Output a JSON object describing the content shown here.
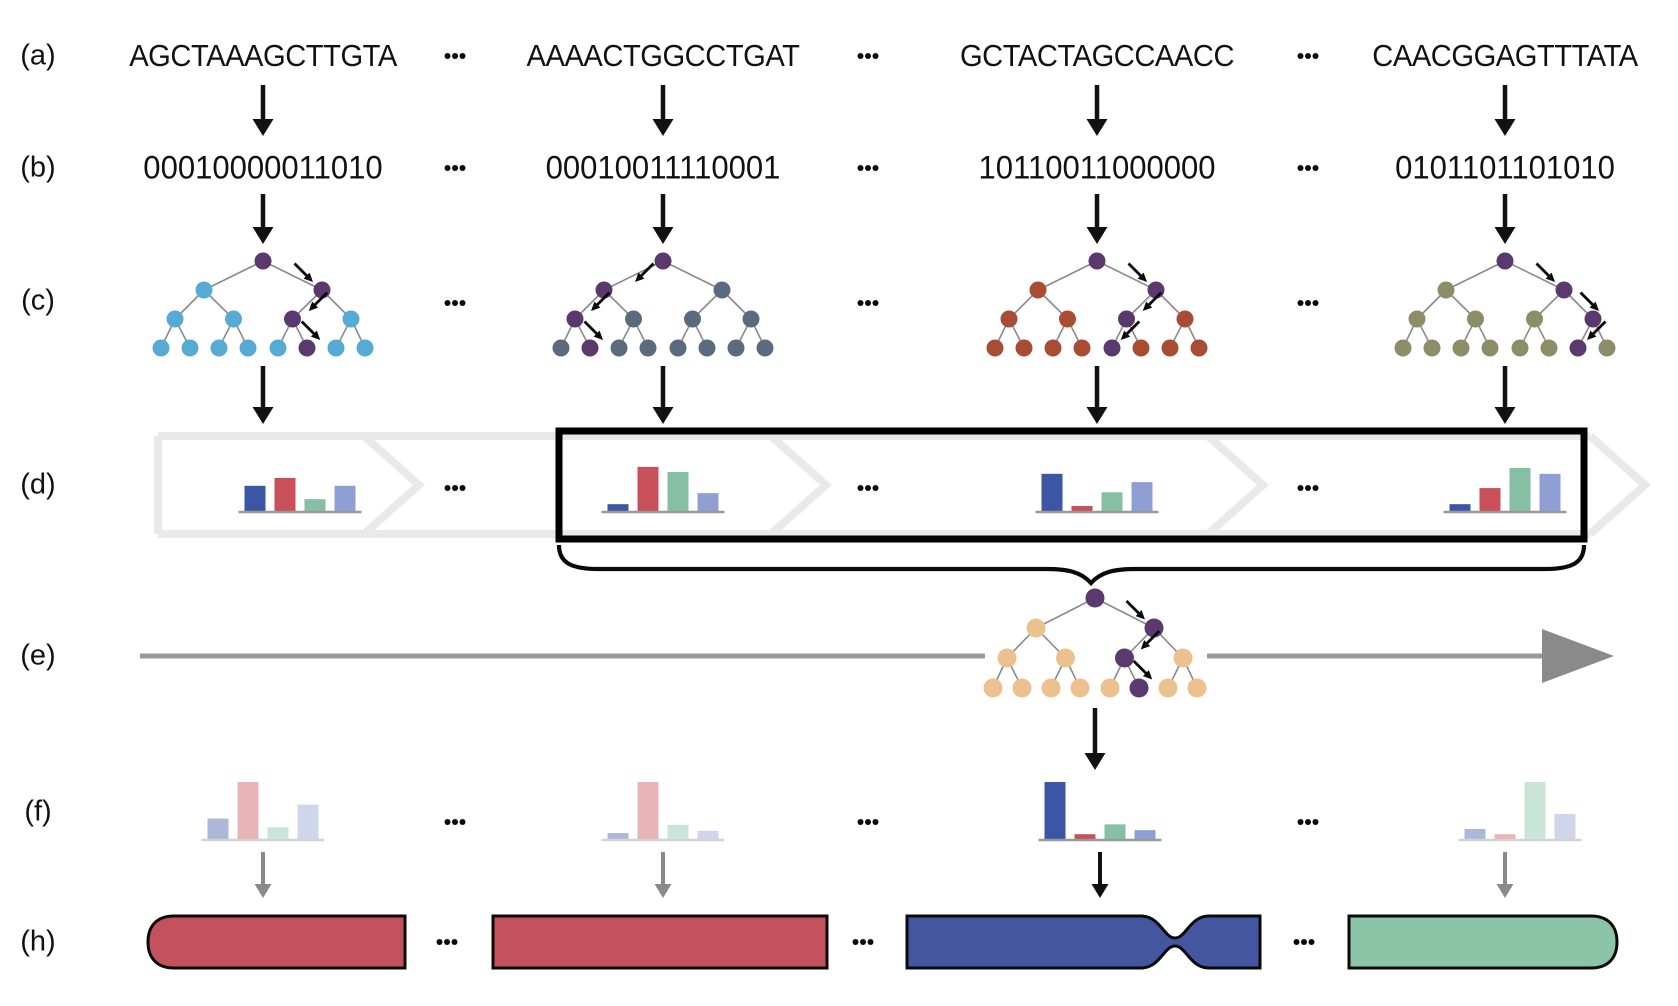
{
  "figure": {
    "row_labels": [
      "(a)",
      "(b)",
      "(c)",
      "(d)",
      "(e)",
      "(f)",
      "(h)"
    ],
    "sequences": [
      "AGCTAAAGCTTGTA",
      "AAAACTGGCCTGAT",
      "GCTACTAGCCAACC",
      "CAACGGAGTTTATA"
    ],
    "binaries": [
      "00010000011010",
      "00010011110001",
      "10110011000000",
      "0101101101010"
    ],
    "ellipsis": "...",
    "colors": {
      "arrow_black": "#111111",
      "arrow_gray": "#8a8a8a",
      "edge_gray": "#8a8a8a",
      "highlight_purple": "#5a3a6e",
      "tree_blue": "#55abd4",
      "tree_slate": "#5a6b7e",
      "tree_brick": "#a84c34",
      "tree_olive": "#8d8e68",
      "tree_tan": "#edc18f",
      "bar_blue": "#3c56a6",
      "bar_red": "#c94f58",
      "bar_green": "#85c0a4",
      "bar_periwinkle": "#8f9fd4",
      "chevron_gray": "#e9e9e9",
      "box_black": "#000000",
      "baseline_gray": "#999999",
      "timeline_gray": "#9a9a9a",
      "timeline_head_gray": "#8a8a8a",
      "chrom_red": "#c4525e",
      "chrom_blue": "#4456a0",
      "chrom_green": "#8cc4a8"
    },
    "trees_row_c": [
      {
        "base": "tree_blue",
        "path": "RLR"
      },
      {
        "base": "tree_slate",
        "path": "LLR"
      },
      {
        "base": "tree_brick",
        "path": "RLL"
      },
      {
        "base": "tree_olive",
        "path": "RRL"
      }
    ],
    "tree_row_e": {
      "base": "tree_tan",
      "path": "RLR"
    },
    "selection_box": {
      "style": "black-outline",
      "covers_segments": [
        2,
        3,
        4
      ]
    },
    "chromosomes": [
      {
        "color": "chrom_red",
        "left_end": "round",
        "right_end": "flat",
        "centromere": false
      },
      {
        "color": "chrom_red",
        "left_end": "flat",
        "right_end": "flat",
        "centromere": false
      },
      {
        "color": "chrom_blue",
        "left_end": "flat",
        "right_end": "flat",
        "centromere": true
      },
      {
        "color": "chrom_green",
        "left_end": "flat",
        "right_end": "round",
        "centromere": false
      }
    ]
  },
  "chart_data": [
    {
      "type": "bar",
      "id": "row-d-vector-histograms",
      "categories": [
        "blue",
        "red",
        "green",
        "periwinkle"
      ],
      "bar_colors": [
        "#3c56a6",
        "#c94f58",
        "#85c0a4",
        "#8f9fd4"
      ],
      "ylim": [
        0,
        1
      ],
      "charts": [
        [
          0.57,
          0.74,
          0.28,
          0.57
        ],
        [
          0.17,
          0.98,
          0.87,
          0.41
        ],
        [
          0.83,
          0.13,
          0.43,
          0.65
        ],
        [
          0.17,
          0.52,
          0.96,
          0.83
        ]
      ],
      "faded": [
        false,
        false,
        false,
        false
      ]
    },
    {
      "type": "bar",
      "id": "row-f-result-histograms",
      "categories": [
        "blue",
        "red",
        "green",
        "periwinkle"
      ],
      "bar_colors": [
        "#3c56a6",
        "#c94f58",
        "#85c0a4",
        "#8f9fd4"
      ],
      "ylim": [
        0,
        1
      ],
      "charts": [
        [
          0.37,
          1.0,
          0.22,
          0.61
        ],
        [
          0.12,
          1.0,
          0.26,
          0.16
        ],
        [
          1.0,
          0.1,
          0.27,
          0.17
        ],
        [
          0.19,
          0.1,
          1.0,
          0.45
        ]
      ],
      "faded": [
        true,
        true,
        false,
        true
      ]
    }
  ]
}
